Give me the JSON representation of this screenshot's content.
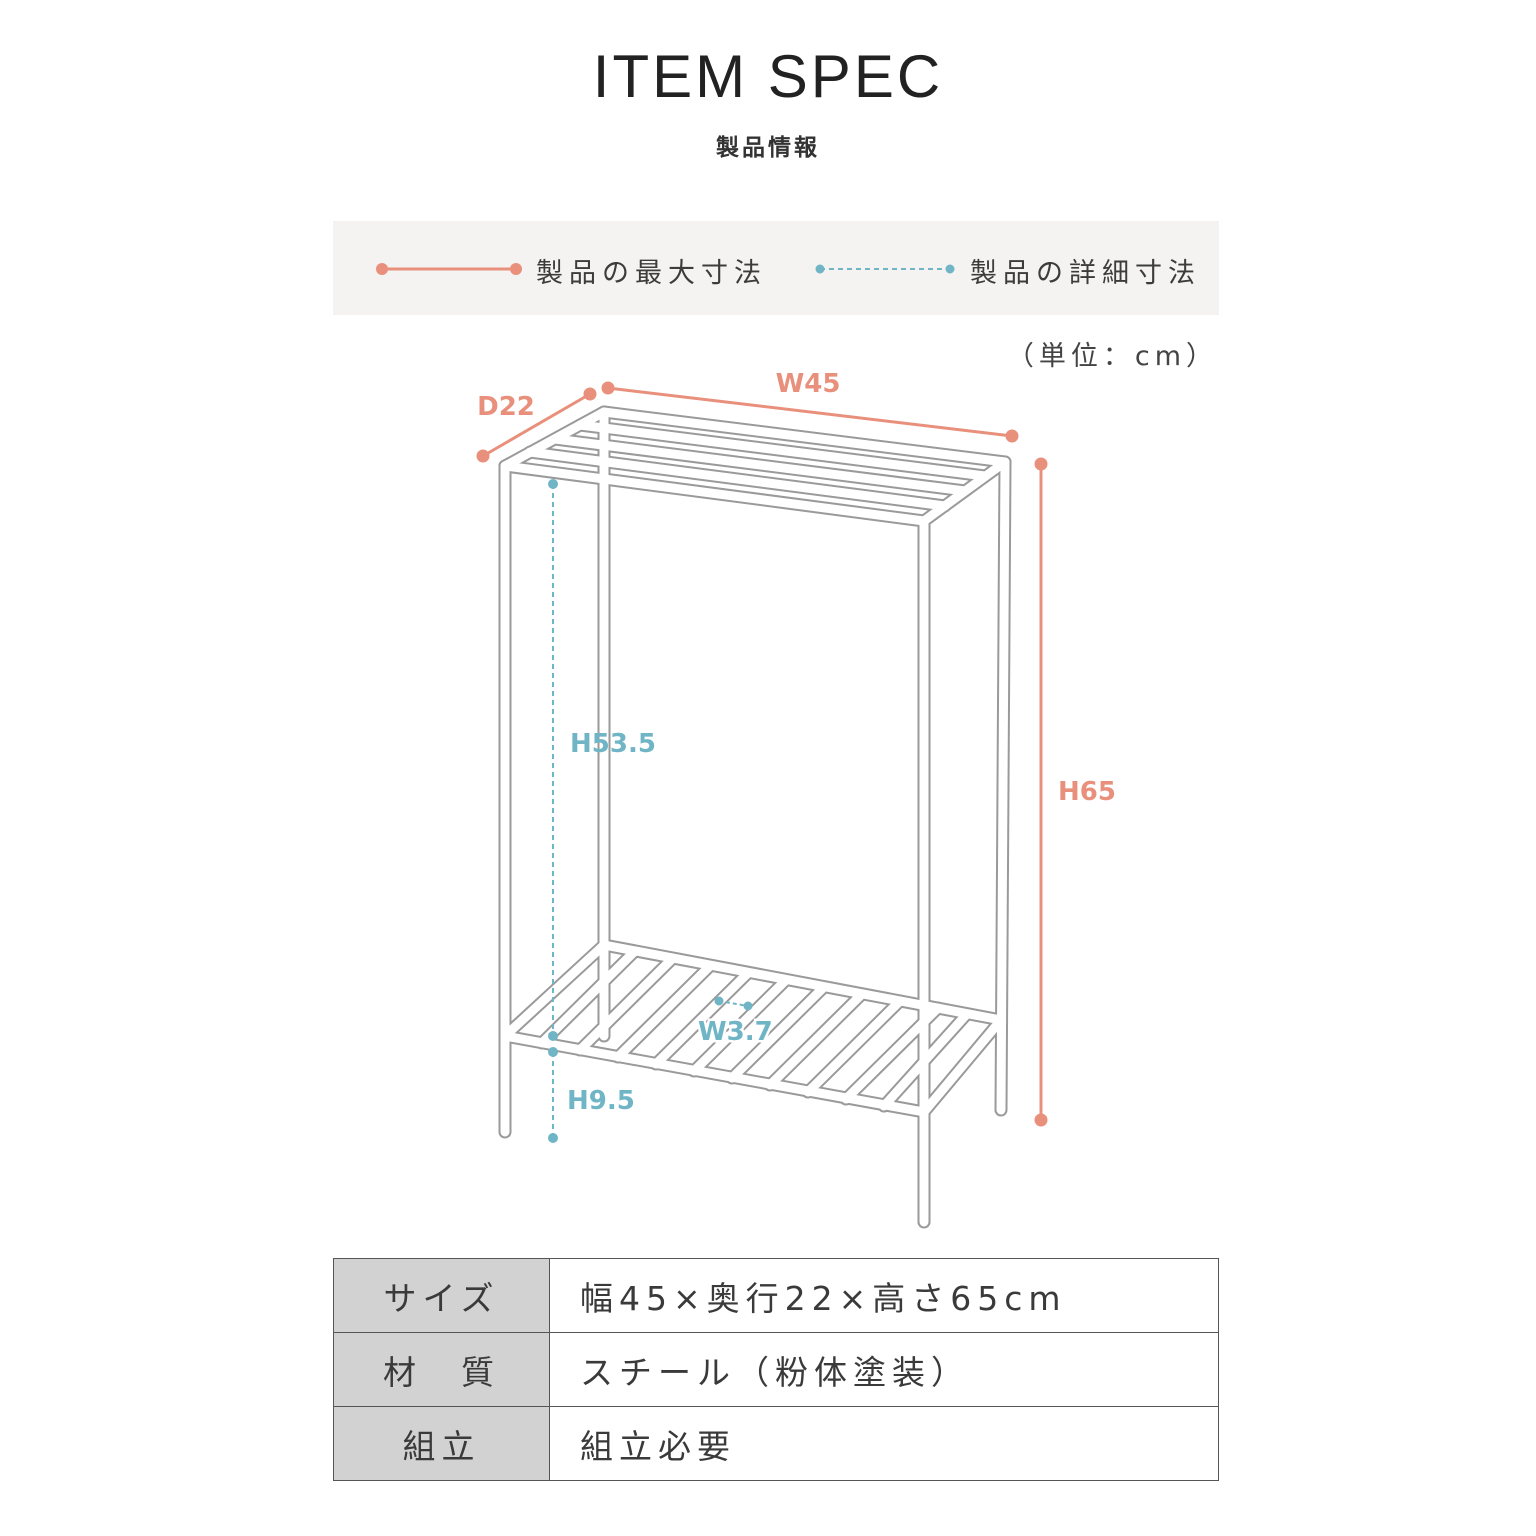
{
  "header": {
    "title": "ITEM SPEC",
    "subtitle": "製品情報"
  },
  "legend": {
    "max_label": "製品の最大寸法",
    "detail_label": "製品の詳細寸法"
  },
  "unit_note": "（単位：cm）",
  "colors": {
    "max_dimension": "#e8907c",
    "detail_dimension": "#6fb5c6",
    "frame": "#9a9a9a",
    "legend_bg": "#f5f3f1",
    "table_header_bg": "#d2d2d2"
  },
  "dimensions": {
    "width": "W45",
    "depth": "D22",
    "height": "H65",
    "inner_height": "H53.5",
    "bottom_height": "H9.5",
    "slat_width": "W3.7"
  },
  "spec_table": [
    {
      "label": "サイズ",
      "value": "幅45×奥行22×高さ65cm"
    },
    {
      "label": "材　質",
      "value": "スチール（粉体塗装）"
    },
    {
      "label": "組立",
      "value": "組立必要"
    }
  ]
}
